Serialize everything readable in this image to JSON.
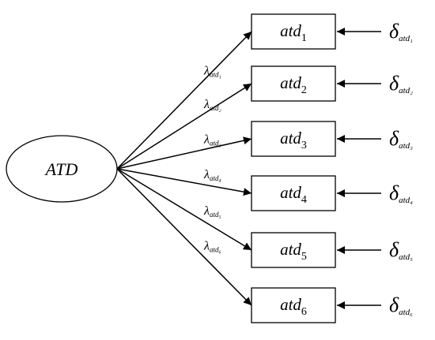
{
  "latent": {
    "label": "ATD"
  },
  "indicators": [
    {
      "base": "atd",
      "sub": "1",
      "loading_sym": "λ",
      "loading_sub": "atd₁",
      "error_sym": "δ",
      "error_sub": "atd₁"
    },
    {
      "base": "atd",
      "sub": "2",
      "loading_sym": "λ",
      "loading_sub": "atd₂",
      "error_sym": "δ",
      "error_sub": "atd₂"
    },
    {
      "base": "atd",
      "sub": "3",
      "loading_sym": "λ",
      "loading_sub": "atd₃",
      "error_sym": "δ",
      "error_sub": "atd₃"
    },
    {
      "base": "atd",
      "sub": "4",
      "loading_sym": "λ",
      "loading_sub": "atd₄",
      "error_sym": "δ",
      "error_sub": "atd₄"
    },
    {
      "base": "atd",
      "sub": "5",
      "loading_sym": "λ",
      "loading_sub": "atd₅",
      "error_sym": "δ",
      "error_sub": "atd₅"
    },
    {
      "base": "atd",
      "sub": "6",
      "loading_sym": "λ",
      "loading_sub": "atd₆",
      "error_sym": "δ",
      "error_sub": "atd₆"
    }
  ]
}
